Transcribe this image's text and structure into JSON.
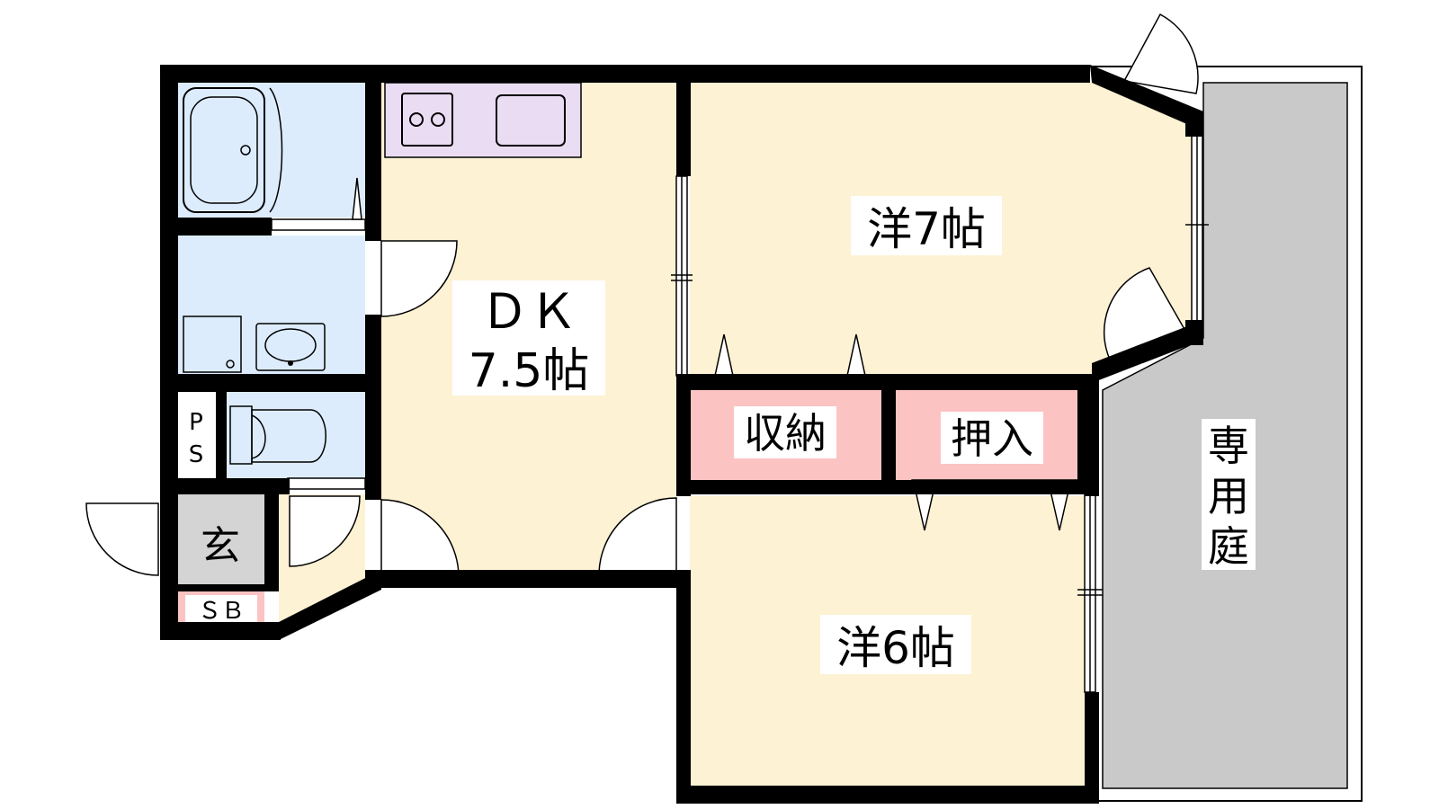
{
  "floorplan": {
    "rooms": {
      "dk_name": "ＤＫ",
      "dk_size": "7.5帖",
      "western_7": "洋7帖",
      "western_6": "洋6帖",
      "storage": "収納",
      "closet": "押入",
      "entrance": "玄",
      "pipe_space_p": "P",
      "pipe_space_s": "S",
      "shoe_box": "ＳＢ",
      "garden_1": "専",
      "garden_2": "用",
      "garden_3": "庭"
    },
    "colors": {
      "wall": "#000000",
      "living_floor": "#fdf2d4",
      "wet_area": "#dcecfc",
      "kitchen": "#eadcf3",
      "storage": "#fcc3c3",
      "entrance": "#d4d4d4",
      "garden": "#c9c9c9"
    },
    "icons": [
      "stove-icon",
      "sink-icon",
      "bathtub-icon",
      "washbasin-icon",
      "toilet-icon",
      "washing-machine-icon"
    ]
  }
}
